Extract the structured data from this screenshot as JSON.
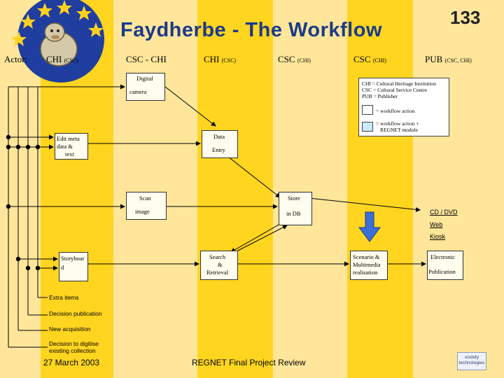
{
  "header": {
    "title": "Faydherbe - The Workflow",
    "slide_number": "133"
  },
  "actors": [
    {
      "label": "Actor:",
      "sub": ""
    },
    {
      "label": "CHI",
      "sub": "(CSC)"
    },
    {
      "label": "CSC - CHI",
      "sub": ""
    },
    {
      "label": "CHI",
      "sub": "(CSC)"
    },
    {
      "label": "CSC",
      "sub": "(CHI)"
    },
    {
      "label": "CSC",
      "sub": "(CHI)"
    },
    {
      "label": "PUB",
      "sub": "(CSC, CHI)"
    }
  ],
  "boxes": {
    "digital_camera": {
      "line1": "Digital",
      "line2": "camera"
    },
    "edit_meta": {
      "line1": "Edit meta",
      "line2": "data &",
      "line3": "text"
    },
    "data_entry": {
      "line1": "Data",
      "line2": "Entry"
    },
    "scan_image": {
      "line1": "Scan",
      "line2": "image"
    },
    "store_db": {
      "line1": "Store",
      "line2": "in DB"
    },
    "storyboard": {
      "line1": "Storyboar",
      "line2": "d"
    },
    "search_retrieval": {
      "line1": "Search",
      "line2": "&",
      "line3": "Retrieval"
    },
    "scenario": {
      "line1": "Scenario &",
      "line2": "Multimedia",
      "line3": "realisation"
    },
    "electronic_pub": {
      "line1": "Electronic",
      "line2": "Publication"
    }
  },
  "legend": {
    "line1": "CHI = Cultural Heritage Institution",
    "line2": "CSC = Cultural Service Centre",
    "line3": "PUB = Publisher",
    "item1": "= workflow action",
    "item2_line1": "= workflow action +",
    "item2_line2": "REGNET module",
    "colors": {
      "action": "#ffffff",
      "regnet": "#c9ecf8"
    }
  },
  "media": [
    "CD / DVD",
    "Web",
    "Kiosk"
  ],
  "external_inputs": [
    "Extra items",
    "Decision publication",
    "New acquisition",
    "Decision to digitise",
    "existing collection"
  ],
  "footer": {
    "date": "27 March 2003",
    "event": "REGNET Final Project Review"
  },
  "logo": {
    "line1": "society",
    "line2": "technologies"
  },
  "colors": {
    "stripe_light": "#ffe69a",
    "stripe_dark": "#ffd51f",
    "title": "#1c3a8a",
    "arrow_fill": "#3b6fd6"
  }
}
